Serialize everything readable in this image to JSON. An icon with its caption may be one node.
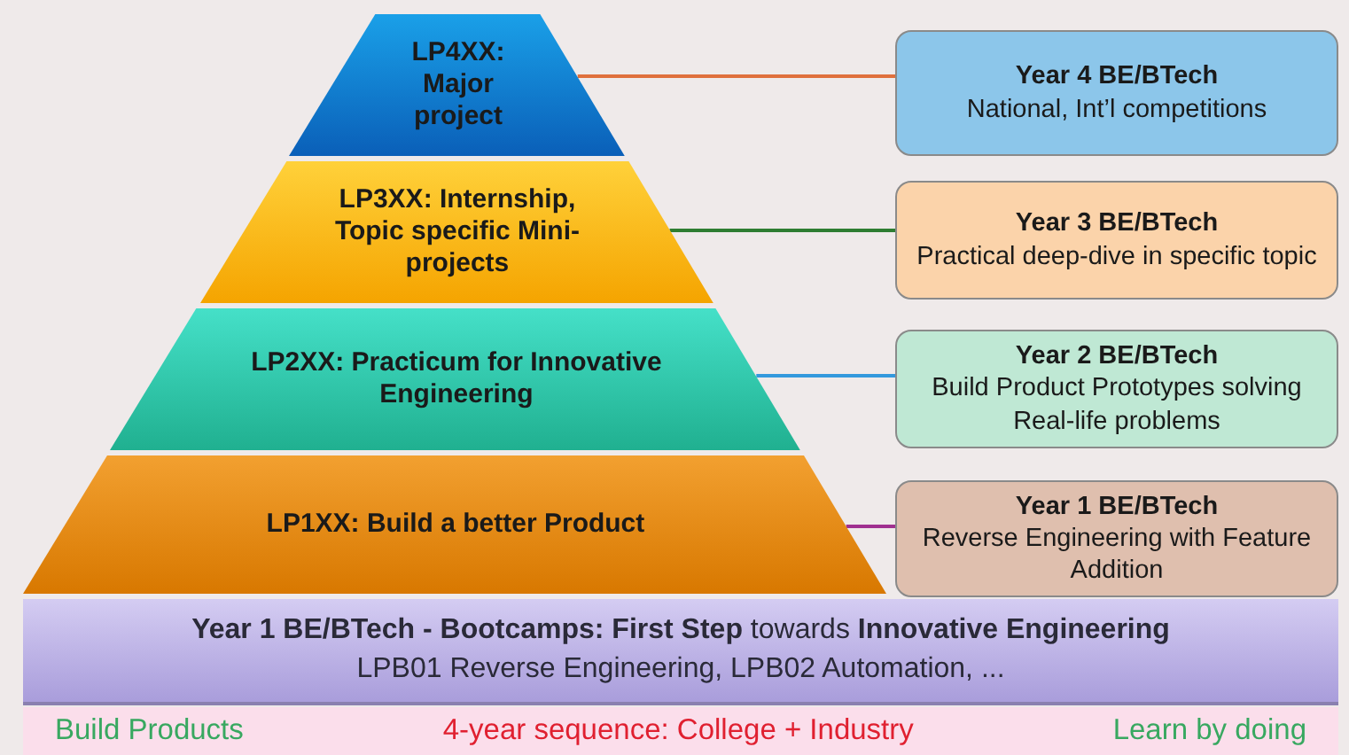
{
  "diagram": {
    "nodes": [
      {
        "text": [
          "LP4XX: Major project"
        ]
      },
      {
        "text": [
          "LP3XX: Internship, Topic specific Mini-projects"
        ]
      },
      {
        "text": [
          "LP2XX: Practicum for Innovative Engineering"
        ]
      },
      {
        "text": [
          "LP1XX: Build a better Product"
        ]
      },
      {
        "text": [
          "Year 4 BE/BTech",
          "National, Int’l competitions"
        ]
      },
      {
        "text": [
          "Year 3 BE/BTech",
          "Practical deep-dive in specific topic"
        ]
      },
      {
        "text": [
          "Year 2 BE/BTech",
          "Build Product Prototypes solving Real-life problems"
        ]
      },
      {
        "text": [
          "Year 1 BE/BTech",
          "Reverse Engineering with Feature Addition"
        ]
      },
      {
        "text": [
          "**Year 1 BE/BTech - Bootcamps:  First Step** towards **Innovative Engineering**",
          "LPB01 Reverse Engineering, LPB02 Automation, ..."
        ]
      },
      {
        "text": [
          "Build Products",
          "4-year sequence: College + Industry",
          "Learn by doing"
        ]
      }
    ],
    "edges": [
      {
        "from": 0,
        "to": 4,
        "arrow": "none",
        "color": "#e0703c"
      },
      {
        "from": 1,
        "to": 5,
        "arrow": "none",
        "color": "#2e7d32"
      },
      {
        "from": 2,
        "to": 6,
        "arrow": "none",
        "color": "#3399dd"
      },
      {
        "from": 3,
        "to": 7,
        "arrow": "none",
        "color": "#a03090"
      }
    ]
  }
}
